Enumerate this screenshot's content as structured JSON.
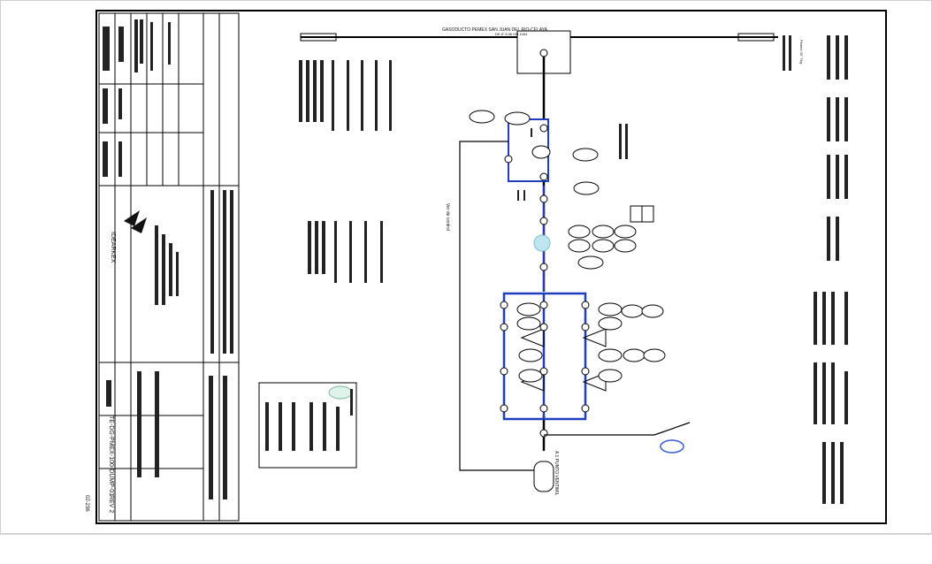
{
  "drawing": {
    "pipeline_title_line1": "GASODUCTO PEMEX SAN JUAN DEL RIO-CELAYA",
    "pipeline_title_line2": "DE 8\" A 56 KM 1063",
    "label_pemex_incoming": "Pemex 30\" Tbg",
    "company_name": "IDEARKEX",
    "bypass_label": "Ver de control",
    "vent_label": "A 1 PUNTO VENTIMIL",
    "drawing_number": "TE-DG-PMEX-100-DUMP-01",
    "revision": "REV 2",
    "date_label": "02-236",
    "page_border_color": "#000000",
    "pipe_color": "#000000",
    "run_color": "#1f3fbf",
    "filter_color": "#bfe6f0",
    "relief_color": "#3a5fd0"
  }
}
